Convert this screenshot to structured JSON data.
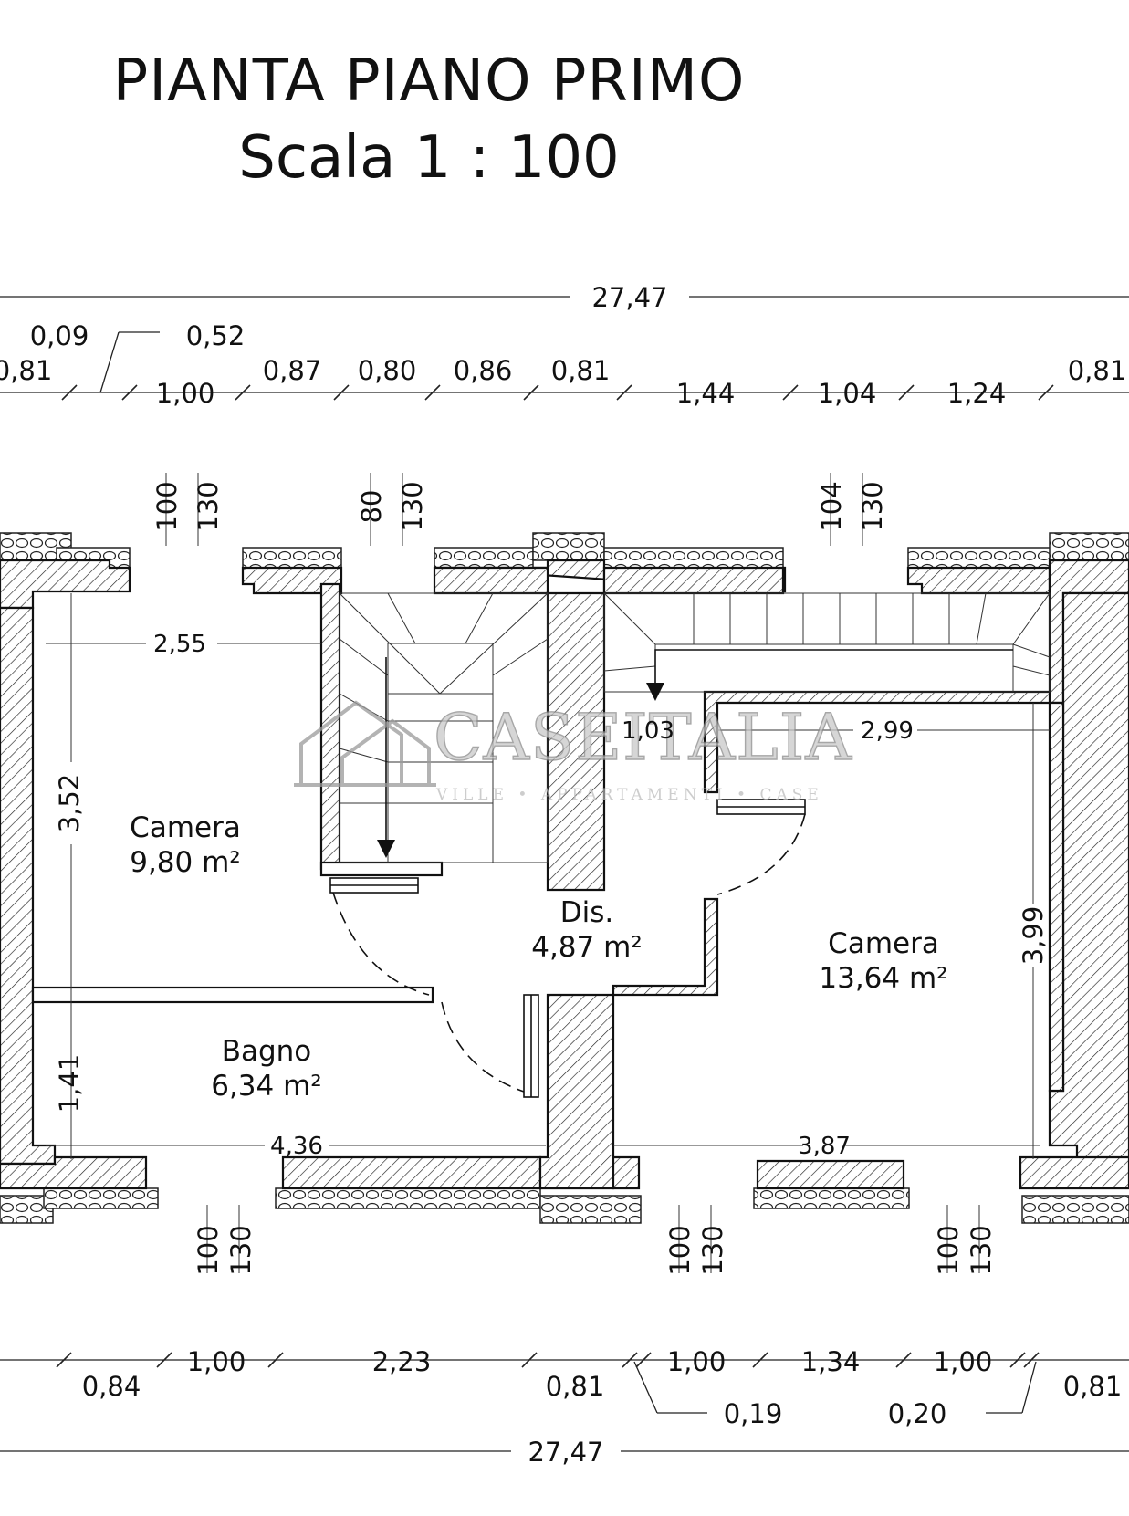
{
  "title": {
    "line1": "PIANTA PIANO PRIMO",
    "line2": "Scala 1 : 100"
  },
  "watermark": {
    "brand": "CASEITALIA",
    "tagline": "VILLE • APPARTAMENTI • CASE"
  },
  "rooms": [
    {
      "id": "camera_left",
      "name": "Camera",
      "area": "9,80 m²"
    },
    {
      "id": "bagno",
      "name": "Bagno",
      "area": "6,34 m²"
    },
    {
      "id": "disimpegno",
      "name": "Dis.",
      "area": "4,87 m²"
    },
    {
      "id": "camera_right",
      "name": "Camera",
      "area": "13,64 m²"
    }
  ],
  "dimensions": {
    "total_top": "27,47",
    "total_bottom": "27,47",
    "top_row": [
      "0,81",
      "0,09",
      "0,52",
      "1,00",
      "0,87",
      "0,80",
      "0,86",
      "0,81",
      "1,44",
      "1,04",
      "1,24",
      "0,81"
    ],
    "bottom_row": [
      "0,84",
      "1,00",
      "2,23",
      "0,81",
      "1,00",
      "0,19",
      "1,34",
      "1,00",
      "0,20",
      "0,81"
    ],
    "interior": {
      "camera_left_width": "2,55",
      "camera_left_depth": "3,52",
      "bagno_depth": "1,41",
      "bagno_width": "4,36",
      "dis_width": "1,03",
      "camera_right_width": "2,99",
      "camera_right_depth": "3,99",
      "camera_right_bottom": "3,87"
    },
    "openings_top": [
      {
        "width": "100",
        "height": "130"
      },
      {
        "width": "80",
        "height": "130"
      },
      {
        "width": "104",
        "height": "130"
      }
    ],
    "openings_bottom": [
      {
        "width": "100",
        "height": "130"
      },
      {
        "width": "100",
        "height": "130"
      },
      {
        "width": "100",
        "height": "130"
      }
    ]
  }
}
